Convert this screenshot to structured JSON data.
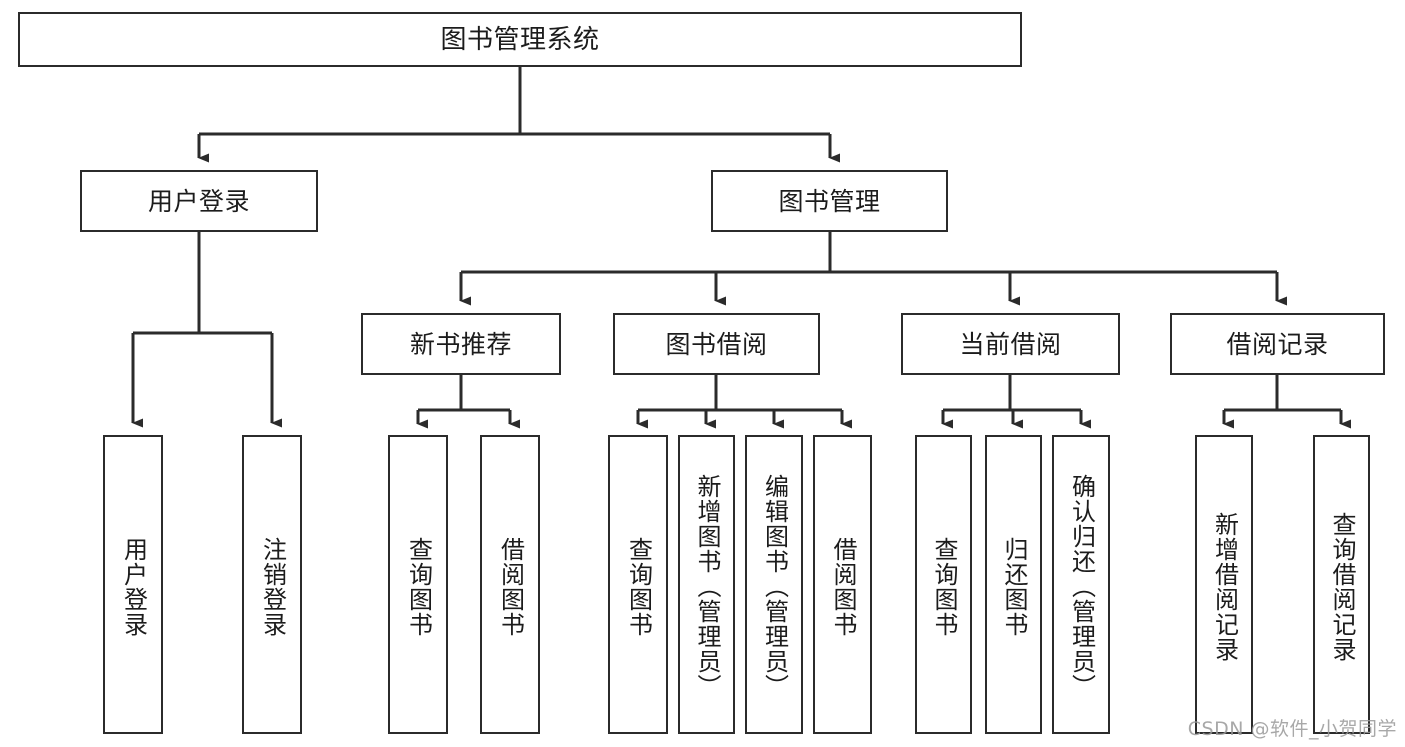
{
  "diagram": {
    "type": "tree-hierarchy",
    "title": "图书管理系统",
    "watermark": "CSDN @软件_小贺同学",
    "colors": {
      "stroke": "#2b2b2b",
      "fill": "#ffffff",
      "text": "#1c1c1c",
      "watermark": "#9a9a9a"
    },
    "nodes": {
      "root": {
        "label": "图书管理系统"
      },
      "level2": [
        {
          "label": "用户登录"
        },
        {
          "label": "图书管理"
        }
      ],
      "level3": [
        {
          "label": "新书推荐"
        },
        {
          "label": "图书借阅"
        },
        {
          "label": "当前借阅"
        },
        {
          "label": "借阅记录"
        }
      ],
      "leaves": {
        "user_login": [
          {
            "label": "用户登录"
          },
          {
            "label": "注销登录"
          }
        ],
        "new_book_recommend": [
          {
            "label": "查询图书"
          },
          {
            "label": "借阅图书"
          }
        ],
        "book_borrow": [
          {
            "label": "查询图书"
          },
          {
            "label": "新增图书（管理员）"
          },
          {
            "label": "编辑图书（管理员）"
          },
          {
            "label": "借阅图书"
          }
        ],
        "current_borrow": [
          {
            "label": "查询图书"
          },
          {
            "label": "归还图书"
          },
          {
            "label": "确认归还（管理员）"
          }
        ],
        "borrow_records": [
          {
            "label": "新增借阅记录"
          },
          {
            "label": "查询借阅记录"
          }
        ]
      }
    }
  }
}
